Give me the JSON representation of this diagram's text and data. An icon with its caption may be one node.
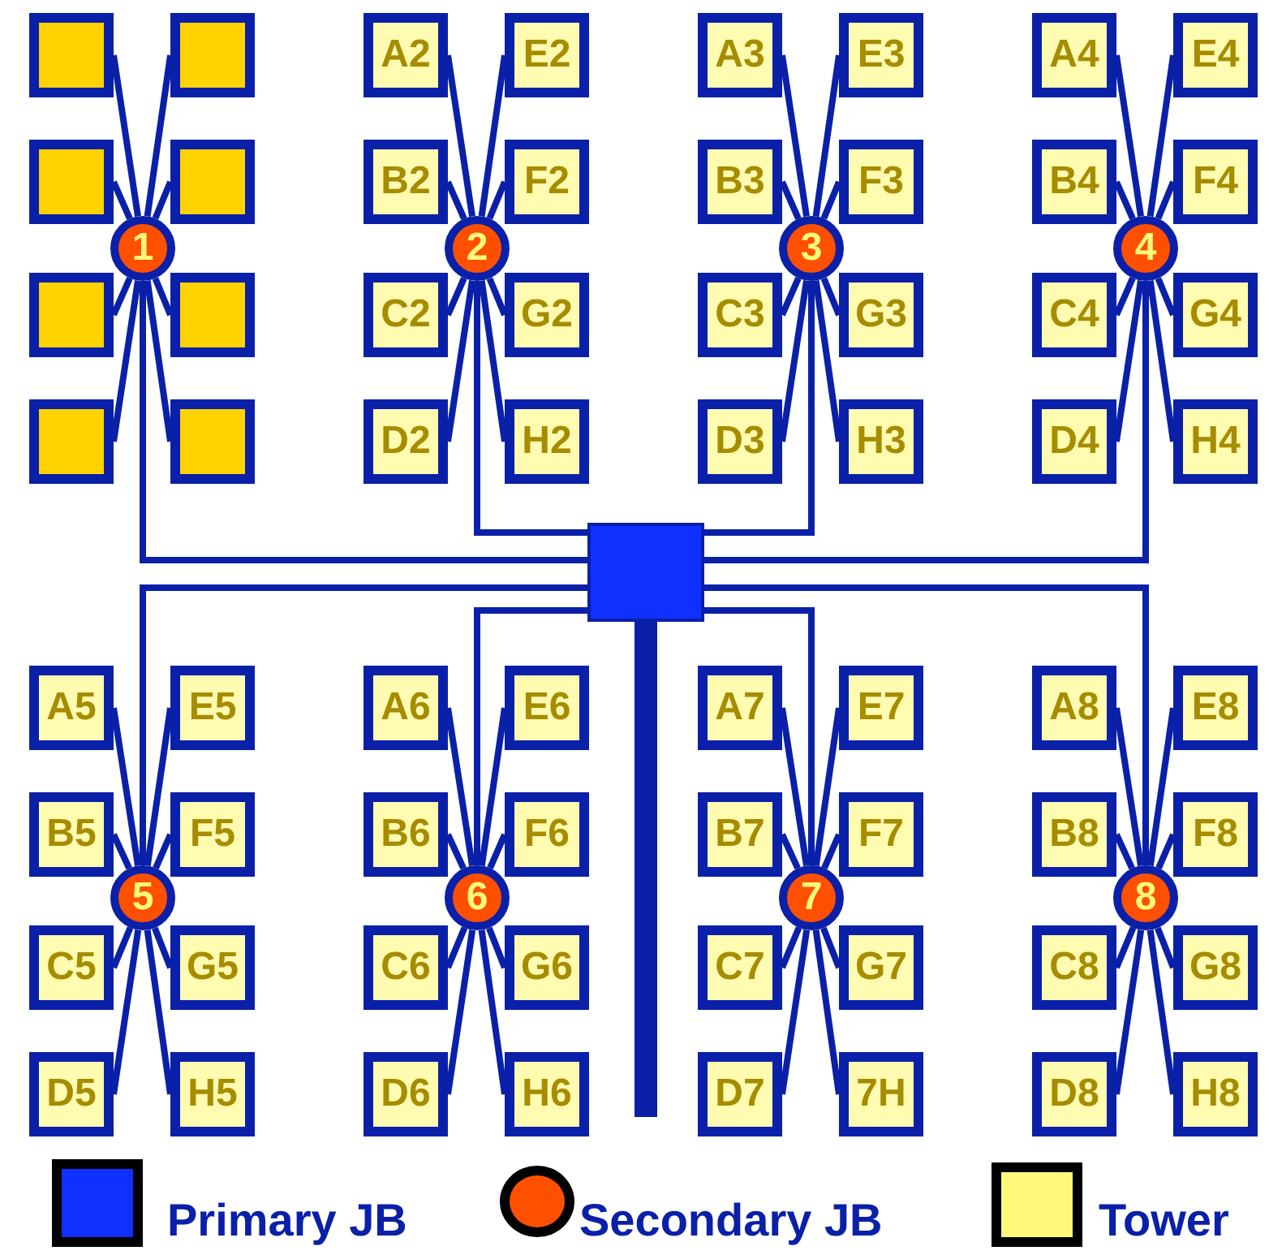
{
  "diagram": {
    "nodes": [
      {
        "text": [
          "1"
        ]
      },
      {
        "text": [],
        "shape": "box"
      },
      {
        "text": [],
        "shape": "box"
      },
      {
        "text": [],
        "shape": "box"
      },
      {
        "text": [],
        "shape": "box"
      },
      {
        "text": [],
        "shape": "box"
      },
      {
        "text": [],
        "shape": "box"
      },
      {
        "text": [],
        "shape": "box"
      },
      {
        "text": [],
        "shape": "box"
      },
      {
        "text": [
          "2"
        ]
      },
      {
        "text": [
          "A2"
        ]
      },
      {
        "text": [
          "B2"
        ]
      },
      {
        "text": [
          "C2"
        ]
      },
      {
        "text": [
          "D2"
        ]
      },
      {
        "text": [
          "E2"
        ]
      },
      {
        "text": [
          "F2"
        ]
      },
      {
        "text": [
          "G2"
        ]
      },
      {
        "text": [
          "H2"
        ]
      },
      {
        "text": [
          "3"
        ]
      },
      {
        "text": [
          "A3"
        ]
      },
      {
        "text": [
          "B3"
        ]
      },
      {
        "text": [
          "C3"
        ]
      },
      {
        "text": [
          "D3"
        ]
      },
      {
        "text": [
          "E3"
        ]
      },
      {
        "text": [
          "F3"
        ]
      },
      {
        "text": [
          "G3"
        ]
      },
      {
        "text": [
          "H3"
        ]
      },
      {
        "text": [
          "4"
        ]
      },
      {
        "text": [
          "A4"
        ]
      },
      {
        "text": [
          "B4"
        ]
      },
      {
        "text": [
          "C4"
        ]
      },
      {
        "text": [
          "D4"
        ]
      },
      {
        "text": [
          "E4"
        ]
      },
      {
        "text": [
          "F4"
        ]
      },
      {
        "text": [
          "G4"
        ]
      },
      {
        "text": [
          "H4"
        ]
      },
      {
        "text": [],
        "shape": "box"
      },
      {
        "text": [
          "5"
        ]
      },
      {
        "text": [
          "A5"
        ]
      },
      {
        "text": [
          "B5"
        ]
      },
      {
        "text": [
          "C5"
        ]
      },
      {
        "text": [
          "D5"
        ]
      },
      {
        "text": [
          "E5"
        ]
      },
      {
        "text": [
          "F5"
        ]
      },
      {
        "text": [
          "G5"
        ]
      },
      {
        "text": [
          "H5"
        ]
      },
      {
        "text": [
          "6"
        ]
      },
      {
        "text": [
          "A6"
        ]
      },
      {
        "text": [
          "B6"
        ]
      },
      {
        "text": [
          "C6"
        ]
      },
      {
        "text": [
          "D6"
        ]
      },
      {
        "text": [
          "E6"
        ]
      },
      {
        "text": [
          "F6"
        ]
      },
      {
        "text": [
          "G6"
        ]
      },
      {
        "text": [
          "H6"
        ]
      },
      {
        "text": [
          "7"
        ]
      },
      {
        "text": [
          "A7"
        ]
      },
      {
        "text": [
          "B7"
        ]
      },
      {
        "text": [
          "C7"
        ]
      },
      {
        "text": [
          "D7"
        ]
      },
      {
        "text": [
          "E7"
        ]
      },
      {
        "text": [
          "F7"
        ]
      },
      {
        "text": [
          "G7"
        ]
      },
      {
        "text": [
          "7H"
        ]
      },
      {
        "text": [
          "8"
        ]
      },
      {
        "text": [
          "A8"
        ]
      },
      {
        "text": [
          "B8"
        ]
      },
      {
        "text": [
          "C8"
        ]
      },
      {
        "text": [
          "D8"
        ]
      },
      {
        "text": [
          "E8"
        ]
      },
      {
        "text": [
          "F8"
        ]
      },
      {
        "text": [
          "G8"
        ]
      },
      {
        "text": [
          "H8"
        ]
      }
    ],
    "edges": [
      {
        "from": 1,
        "to": 0,
        "arrow": "none"
      },
      {
        "from": 2,
        "to": 0,
        "arrow": "none"
      },
      {
        "from": 3,
        "to": 0,
        "arrow": "none"
      },
      {
        "from": 4,
        "to": 0,
        "arrow": "none"
      },
      {
        "from": 5,
        "to": 0,
        "arrow": "none"
      },
      {
        "from": 6,
        "to": 0,
        "arrow": "none"
      },
      {
        "from": 7,
        "to": 0,
        "arrow": "none"
      },
      {
        "from": 8,
        "to": 0,
        "arrow": "none"
      },
      {
        "from": 10,
        "to": 9,
        "arrow": "none"
      },
      {
        "from": 11,
        "to": 9,
        "arrow": "none"
      },
      {
        "from": 12,
        "to": 9,
        "arrow": "none"
      },
      {
        "from": 13,
        "to": 9,
        "arrow": "none"
      },
      {
        "from": 14,
        "to": 9,
        "arrow": "none"
      },
      {
        "from": 15,
        "to": 9,
        "arrow": "none"
      },
      {
        "from": 16,
        "to": 9,
        "arrow": "none"
      },
      {
        "from": 17,
        "to": 9,
        "arrow": "none"
      },
      {
        "from": 19,
        "to": 18,
        "arrow": "none"
      },
      {
        "from": 20,
        "to": 18,
        "arrow": "none"
      },
      {
        "from": 21,
        "to": 18,
        "arrow": "none"
      },
      {
        "from": 22,
        "to": 18,
        "arrow": "none"
      },
      {
        "from": 23,
        "to": 18,
        "arrow": "none"
      },
      {
        "from": 24,
        "to": 18,
        "arrow": "none"
      },
      {
        "from": 25,
        "to": 18,
        "arrow": "none"
      },
      {
        "from": 26,
        "to": 18,
        "arrow": "none"
      },
      {
        "from": 28,
        "to": 27,
        "arrow": "none"
      },
      {
        "from": 29,
        "to": 27,
        "arrow": "none"
      },
      {
        "from": 30,
        "to": 27,
        "arrow": "none"
      },
      {
        "from": 31,
        "to": 27,
        "arrow": "none"
      },
      {
        "from": 32,
        "to": 27,
        "arrow": "none"
      },
      {
        "from": 33,
        "to": 27,
        "arrow": "none"
      },
      {
        "from": 34,
        "to": 27,
        "arrow": "none"
      },
      {
        "from": 35,
        "to": 27,
        "arrow": "none"
      },
      {
        "from": 38,
        "to": 37,
        "arrow": "none"
      },
      {
        "from": 39,
        "to": 37,
        "arrow": "none"
      },
      {
        "from": 40,
        "to": 37,
        "arrow": "none"
      },
      {
        "from": 41,
        "to": 37,
        "arrow": "none"
      },
      {
        "from": 42,
        "to": 37,
        "arrow": "none"
      },
      {
        "from": 43,
        "to": 37,
        "arrow": "none"
      },
      {
        "from": 44,
        "to": 37,
        "arrow": "none"
      },
      {
        "from": 45,
        "to": 37,
        "arrow": "none"
      },
      {
        "from": 47,
        "to": 46,
        "arrow": "none"
      },
      {
        "from": 48,
        "to": 46,
        "arrow": "none"
      },
      {
        "from": 49,
        "to": 46,
        "arrow": "none"
      },
      {
        "from": 50,
        "to": 46,
        "arrow": "none"
      },
      {
        "from": 51,
        "to": 46,
        "arrow": "none"
      },
      {
        "from": 52,
        "to": 46,
        "arrow": "none"
      },
      {
        "from": 53,
        "to": 46,
        "arrow": "none"
      },
      {
        "from": 54,
        "to": 46,
        "arrow": "none"
      },
      {
        "from": 56,
        "to": 55,
        "arrow": "none"
      },
      {
        "from": 57,
        "to": 55,
        "arrow": "none"
      },
      {
        "from": 58,
        "to": 55,
        "arrow": "none"
      },
      {
        "from": 59,
        "to": 55,
        "arrow": "none"
      },
      {
        "from": 60,
        "to": 55,
        "arrow": "none"
      },
      {
        "from": 61,
        "to": 55,
        "arrow": "none"
      },
      {
        "from": 62,
        "to": 55,
        "arrow": "none"
      },
      {
        "from": 63,
        "to": 55,
        "arrow": "none"
      },
      {
        "from": 65,
        "to": 64,
        "arrow": "none"
      },
      {
        "from": 66,
        "to": 64,
        "arrow": "none"
      },
      {
        "from": 67,
        "to": 64,
        "arrow": "none"
      },
      {
        "from": 68,
        "to": 64,
        "arrow": "none"
      },
      {
        "from": 69,
        "to": 64,
        "arrow": "none"
      },
      {
        "from": 70,
        "to": 64,
        "arrow": "none"
      },
      {
        "from": 71,
        "to": 64,
        "arrow": "none"
      },
      {
        "from": 72,
        "to": 64,
        "arrow": "none"
      },
      {
        "from": 0,
        "to": 36,
        "arrow": "none"
      },
      {
        "from": 9,
        "to": 36,
        "arrow": "none"
      },
      {
        "from": 18,
        "to": 36,
        "arrow": "none"
      },
      {
        "from": 27,
        "to": 36,
        "arrow": "none"
      },
      {
        "from": 37,
        "to": 36,
        "arrow": "none"
      },
      {
        "from": 46,
        "to": 36,
        "arrow": "none"
      },
      {
        "from": 55,
        "to": 36,
        "arrow": "none"
      },
      {
        "from": 64,
        "to": 36,
        "arrow": "none"
      },
      {
        "from": 36,
        "to": null,
        "arrow": "none",
        "style": "thick"
      }
    ],
    "legend": [
      {
        "text": "Primary JB",
        "color": "#1030ff"
      },
      {
        "text": "Secondary JB",
        "color": "#ff5000"
      },
      {
        "text": "Tower",
        "color": "#fff87a"
      }
    ]
  }
}
